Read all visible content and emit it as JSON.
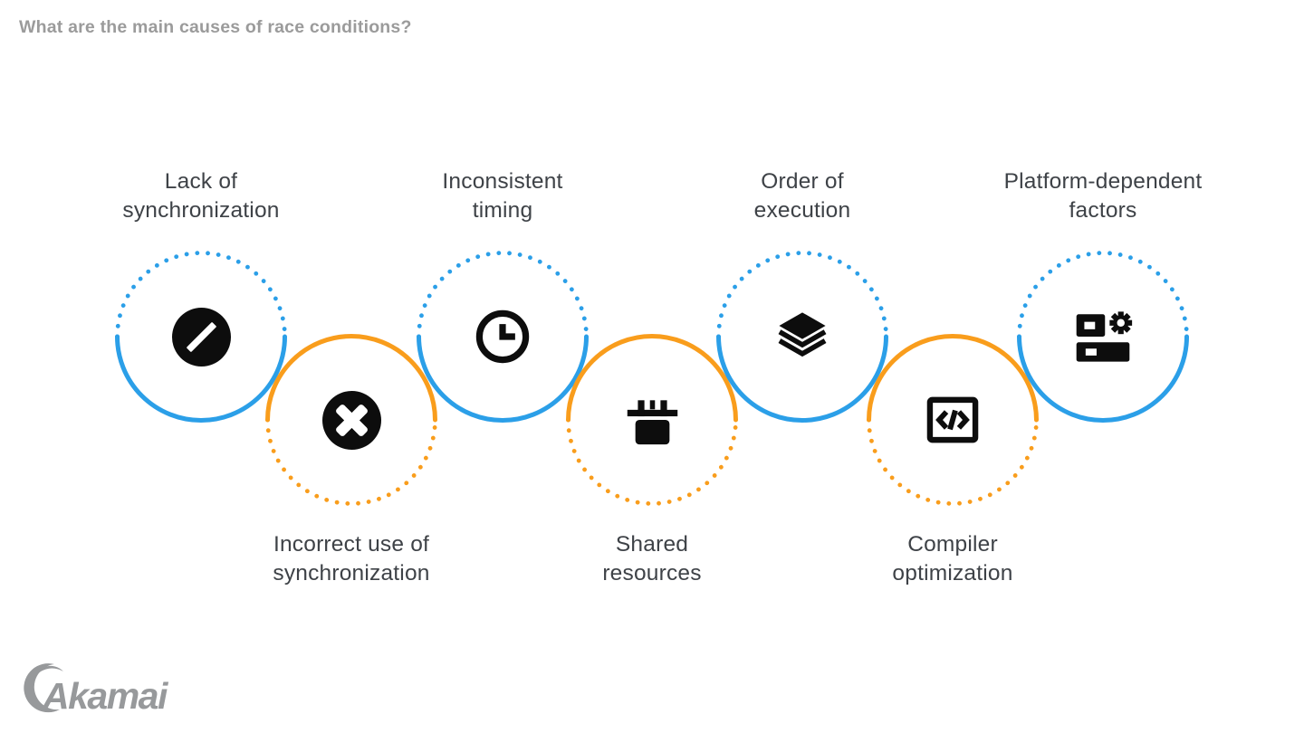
{
  "title": "What are the main causes of race conditions?",
  "colors": {
    "blue": "#2b9fe8",
    "orange": "#f99d1c",
    "icon_black": "#0d0d0d",
    "title_gray": "#9b9b9b",
    "label_gray": "#3e4247",
    "logo_gray": "#97999b"
  },
  "items": [
    {
      "label_line1": "Lack of",
      "label_line2": "synchronization",
      "icon": "slash-icon",
      "color": "blue",
      "position": "top"
    },
    {
      "label_line1": "Incorrect use of",
      "label_line2": "synchronization",
      "icon": "cross-icon",
      "color": "orange",
      "position": "bottom"
    },
    {
      "label_line1": "Inconsistent",
      "label_line2": "timing",
      "icon": "clock-icon",
      "color": "blue",
      "position": "top"
    },
    {
      "label_line1": "Shared",
      "label_line2": "resources",
      "icon": "sink-icon",
      "color": "orange",
      "position": "bottom"
    },
    {
      "label_line1": "Order of",
      "label_line2": "execution",
      "icon": "layers-icon",
      "color": "blue",
      "position": "top"
    },
    {
      "label_line1": "Compiler",
      "label_line2": "optimization",
      "icon": "code-icon",
      "color": "orange",
      "position": "bottom"
    },
    {
      "label_line1": "Platform-dependent",
      "label_line2": "factors",
      "icon": "platform-gear-icon",
      "color": "blue",
      "position": "top"
    }
  ],
  "logo": {
    "text": "Akamai"
  }
}
